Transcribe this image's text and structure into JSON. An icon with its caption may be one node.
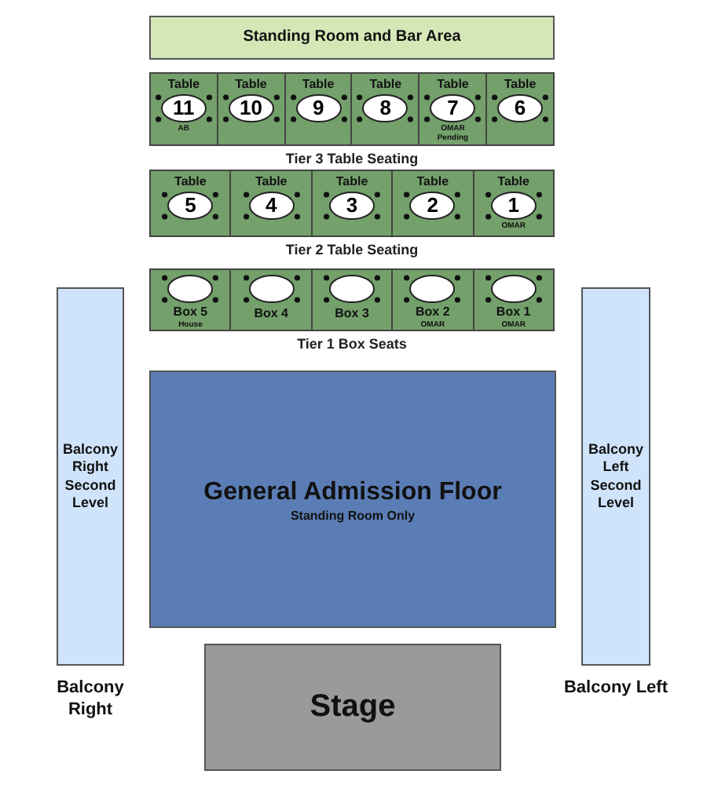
{
  "diagram": {
    "nodes": [
      {
        "text": [
          "Standing Room and Bar Area"
        ]
      },
      {
        "text": [
          "Tier 3 Table Seating"
        ]
      },
      {
        "text": [
          "Table",
          "11",
          "AB"
        ],
        "in": 1
      },
      {
        "text": [
          "Table",
          "10"
        ],
        "in": 1
      },
      {
        "text": [
          "Table",
          "9"
        ],
        "in": 1
      },
      {
        "text": [
          "Table",
          "8"
        ],
        "in": 1
      },
      {
        "text": [
          "Table",
          "7",
          "OMAR Pending"
        ],
        "in": 1
      },
      {
        "text": [
          "Table",
          "6"
        ],
        "in": 1
      },
      {
        "text": [
          "Tier 2 Table Seating"
        ]
      },
      {
        "text": [
          "Table",
          "5"
        ],
        "in": 8
      },
      {
        "text": [
          "Table",
          "4"
        ],
        "in": 8
      },
      {
        "text": [
          "Table",
          "3"
        ],
        "in": 8
      },
      {
        "text": [
          "Table",
          "2"
        ],
        "in": 8
      },
      {
        "text": [
          "Table",
          "1",
          "OMAR"
        ],
        "in": 8
      },
      {
        "text": [
          "Tier 1 Box Seats"
        ]
      },
      {
        "text": [
          "Box 5",
          "House"
        ],
        "in": 14
      },
      {
        "text": [
          "Box 4"
        ],
        "in": 14
      },
      {
        "text": [
          "Box 3"
        ],
        "in": 14
      },
      {
        "text": [
          "Box 2",
          "OMAR"
        ],
        "in": 14
      },
      {
        "text": [
          "Box 1",
          "OMAR"
        ],
        "in": 14
      },
      {
        "text": [
          "Balcony Right Second Level"
        ],
        "beside": [
          "Balcony Right"
        ]
      },
      {
        "text": [
          "General Admission Floor",
          "Standing Room Only"
        ]
      },
      {
        "text": [
          "Balcony Left Second Level"
        ],
        "beside": [
          "Balcony Left"
        ]
      },
      {
        "text": [
          "Stage"
        ]
      }
    ]
  }
}
